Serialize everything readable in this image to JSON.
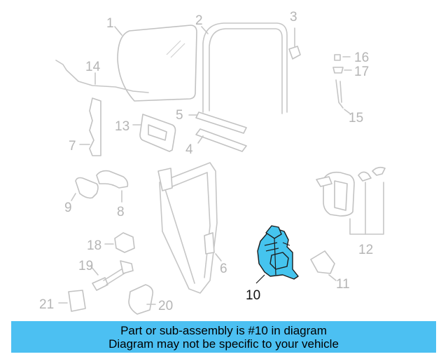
{
  "labels": {
    "p1": "1",
    "p2": "2",
    "p3": "3",
    "p4": "4",
    "p5": "5",
    "p6": "6",
    "p7": "7",
    "p8": "8",
    "p9": "9",
    "p10": "10",
    "p11": "11",
    "p12": "12",
    "p13": "13",
    "p14": "14",
    "p15": "15",
    "p16": "16",
    "p17": "17",
    "p18": "18",
    "p19": "19",
    "p20": "20",
    "p21": "21"
  },
  "highlighted_part": "10",
  "banner": {
    "line1": "Part or sub-assembly is #10 in diagram",
    "line2": "Diagram may not be specific to your vehicle"
  },
  "colors": {
    "highlight": "#45c4ee",
    "banner": "#4cc0f2",
    "outline": "#c2c2c2"
  }
}
